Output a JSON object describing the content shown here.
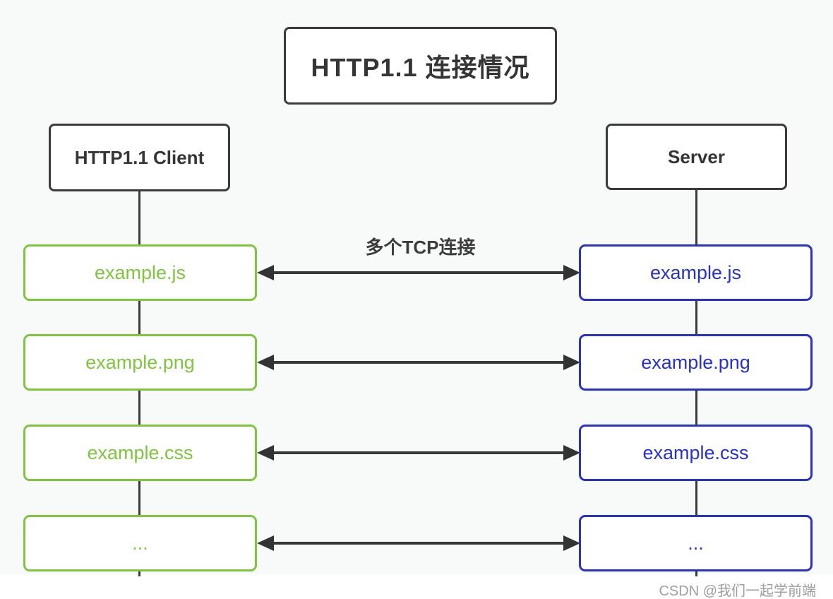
{
  "diagram": {
    "title": "HTTP1.1 连接情况",
    "client_label": "HTTP1.1 Client",
    "server_label": "Server",
    "connection_label": "多个TCP连接",
    "rows": [
      {
        "label": "example.js"
      },
      {
        "label": "example.png"
      },
      {
        "label": "example.css"
      },
      {
        "label": "..."
      }
    ]
  },
  "watermark": "CSDN @我们一起学前端",
  "colors": {
    "client_resource_accent": "#7FC53E",
    "server_resource_accent": "#2832C8",
    "outline_dark": "#3B3B3B",
    "arrow_dark": "#333333",
    "diagram_background": "#F8F9F9",
    "watermark_gray": "#9E9E9E"
  }
}
